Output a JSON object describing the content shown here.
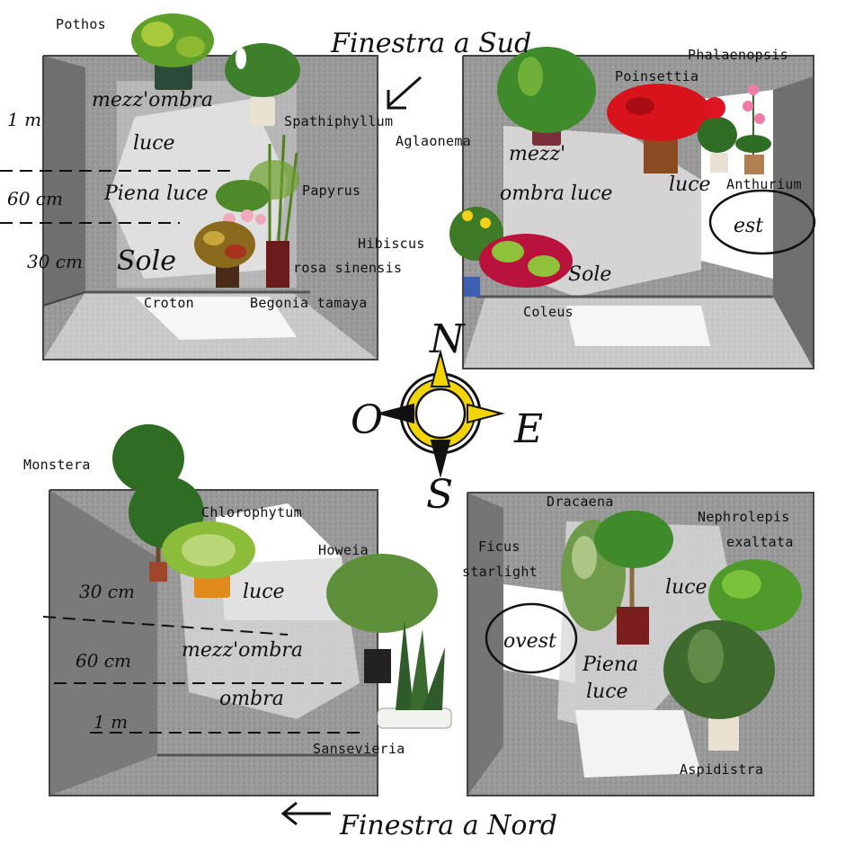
{
  "colors": {
    "room_grey": "#8f8f8f",
    "room_dark": "#6e6e6e",
    "light_patch": "#f4f4f4",
    "leaf_green": "#3f8a2a",
    "leaf_dark": "#245d1a",
    "pot_brown": "#7a3b1e",
    "flower_red": "#d8131c",
    "compass_yellow": "#f2d400"
  },
  "headings": {
    "south_window": "Finestra a Sud",
    "north_window": "Finestra a Nord"
  },
  "compass": {
    "north": "N",
    "south": "S",
    "east": "E",
    "west": "O"
  },
  "rooms": {
    "top_left": {
      "plants": [
        "Pothos",
        "Spathiphyllum",
        "Papyrus",
        "Hibiscus",
        "rosa sinensis",
        "Croton",
        "Begonia tamaya"
      ],
      "zones": [
        "mezz'ombra",
        "luce",
        "Piena luce",
        "Sole"
      ],
      "distances": [
        "1 m",
        "60 cm",
        "30 cm"
      ]
    },
    "top_right": {
      "plants": [
        "Phalaenopsis",
        "Poinsettia",
        "Aglaonema",
        "Anthurium",
        "Coleus"
      ],
      "zones": [
        "mezz'",
        "ombra luce",
        "luce",
        "Sole"
      ],
      "window": "est"
    },
    "bottom_left": {
      "plants": [
        "Monstera",
        "Chlorophytum",
        "Howeia",
        "Sansevieria"
      ],
      "zones": [
        "luce",
        "mezz'ombra",
        "ombra"
      ],
      "distances": [
        "30 cm",
        "60 cm",
        "1 m"
      ]
    },
    "bottom_right": {
      "plants": [
        "Dracaena",
        "Nephrolepis",
        "exaltata",
        "Ficus",
        "starlight",
        "Aspidistra"
      ],
      "zones": [
        "luce",
        "Piena",
        "luce"
      ],
      "window": "ovest"
    }
  }
}
